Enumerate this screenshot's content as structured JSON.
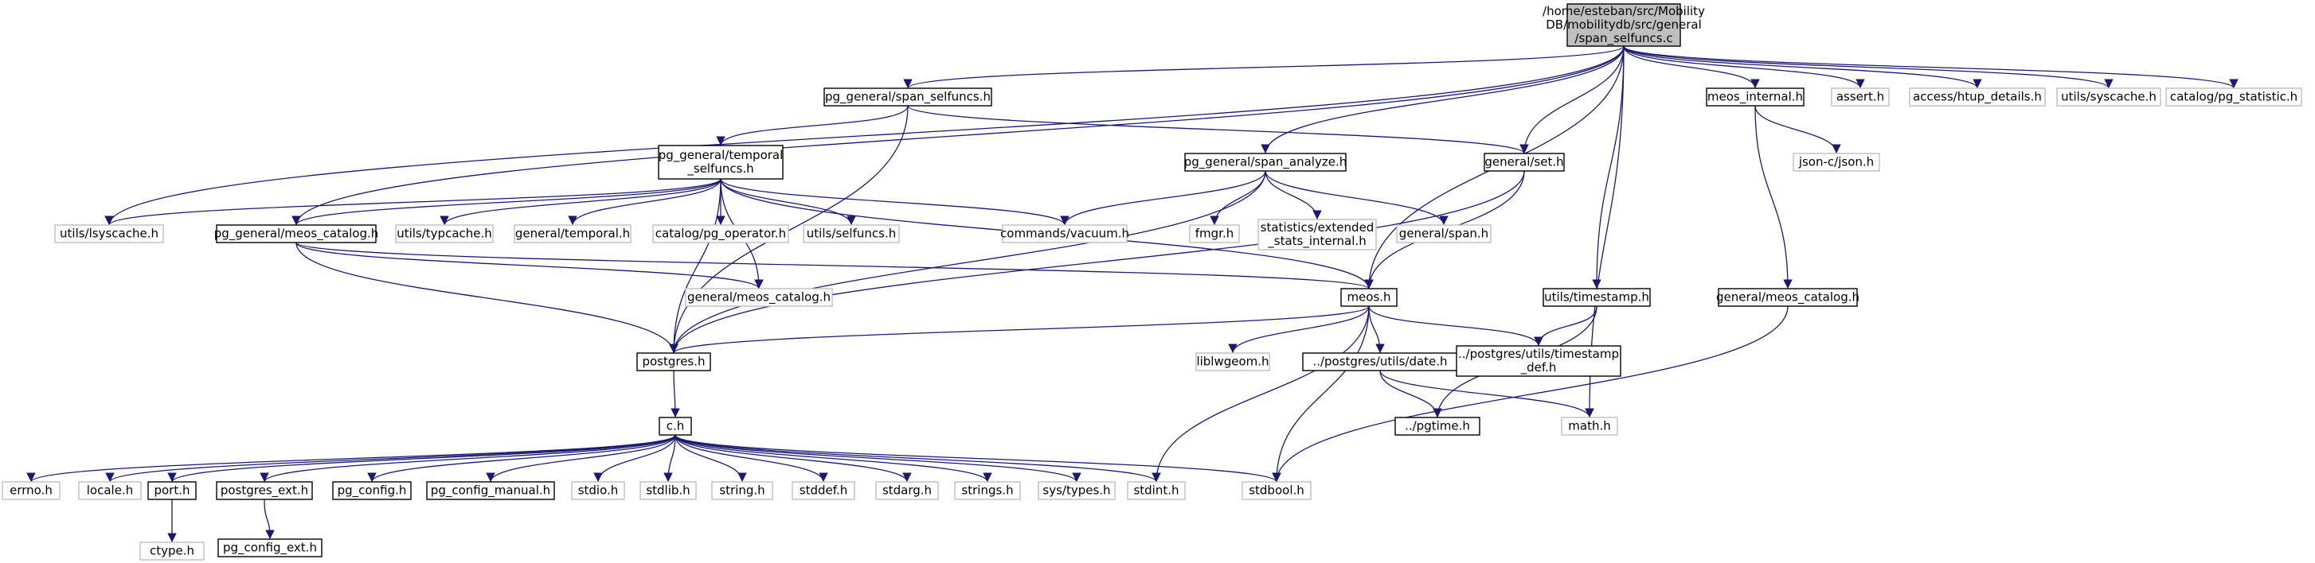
{
  "nodes": [
    {
      "id": "root",
      "lines": [
        "/home/esteban/src/Mobility",
        "DB/mobilitydb/src/general",
        "/span_selfuncs.c"
      ],
      "style": "root"
    },
    {
      "id": "span_selfuncs_h",
      "lines": [
        "pg_general/span_selfuncs.h"
      ],
      "style": "doc"
    },
    {
      "id": "span_analyze_h",
      "lines": [
        "pg_general/span_analyze.h"
      ],
      "style": "doc"
    },
    {
      "id": "set_h",
      "lines": [
        "general/set.h"
      ],
      "style": "doc"
    },
    {
      "id": "meos_internal_h",
      "lines": [
        "meos_internal.h"
      ],
      "style": "doc"
    },
    {
      "id": "assert_h",
      "lines": [
        "assert.h"
      ],
      "style": "ext"
    },
    {
      "id": "htup_details_h",
      "lines": [
        "access/htup_details.h"
      ],
      "style": "ext"
    },
    {
      "id": "syscache_h",
      "lines": [
        "utils/syscache.h"
      ],
      "style": "ext"
    },
    {
      "id": "pg_statistic_h",
      "lines": [
        "catalog/pg_statistic.h"
      ],
      "style": "ext"
    },
    {
      "id": "json_h",
      "lines": [
        "json-c/json.h"
      ],
      "style": "ext"
    },
    {
      "id": "temporal_selfuncs_h",
      "lines": [
        "pg_general/temporal",
        "_selfuncs.h"
      ],
      "style": "doc"
    },
    {
      "id": "lsyscache_h",
      "lines": [
        "utils/lsyscache.h"
      ],
      "style": "ext"
    },
    {
      "id": "pg_meos_catalog_h",
      "lines": [
        "pg_general/meos_catalog.h"
      ],
      "style": "doc"
    },
    {
      "id": "typcache_h",
      "lines": [
        "utils/typcache.h"
      ],
      "style": "ext"
    },
    {
      "id": "general_temporal_h",
      "lines": [
        "general/temporal.h"
      ],
      "style": "ext"
    },
    {
      "id": "pg_operator_h",
      "lines": [
        "catalog/pg_operator.h"
      ],
      "style": "ext"
    },
    {
      "id": "selfuncs_h",
      "lines": [
        "utils/selfuncs.h"
      ],
      "style": "ext"
    },
    {
      "id": "vacuum_h",
      "lines": [
        "commands/vacuum.h"
      ],
      "style": "ext"
    },
    {
      "id": "fmgr_h",
      "lines": [
        "fmgr.h"
      ],
      "style": "ext"
    },
    {
      "id": "ext_stats_h",
      "lines": [
        "statistics/extended",
        "_stats_internal.h"
      ],
      "style": "ext"
    },
    {
      "id": "span_h",
      "lines": [
        "general/span.h"
      ],
      "style": "ext"
    },
    {
      "id": "general_meos_catalog_ext",
      "lines": [
        "general/meos_catalog.h"
      ],
      "style": "ext"
    },
    {
      "id": "meos_h",
      "lines": [
        "meos.h"
      ],
      "style": "doc"
    },
    {
      "id": "timestamp_h",
      "lines": [
        "utils/timestamp.h"
      ],
      "style": "doc"
    },
    {
      "id": "general_meos_catalog_doc",
      "lines": [
        "general/meos_catalog.h"
      ],
      "style": "doc"
    },
    {
      "id": "postgres_h",
      "lines": [
        "postgres.h"
      ],
      "style": "doc"
    },
    {
      "id": "liblwgeom_h",
      "lines": [
        "liblwgeom.h"
      ],
      "style": "ext"
    },
    {
      "id": "date_h",
      "lines": [
        "../postgres/utils/date.h"
      ],
      "style": "doc"
    },
    {
      "id": "timestamp_def_h",
      "lines": [
        "../postgres/utils/timestamp",
        "_def.h"
      ],
      "style": "doc"
    },
    {
      "id": "pgtime_h",
      "lines": [
        "../pgtime.h"
      ],
      "style": "doc"
    },
    {
      "id": "math_h",
      "lines": [
        "math.h"
      ],
      "style": "ext"
    },
    {
      "id": "c_h",
      "lines": [
        "c.h"
      ],
      "style": "doc"
    },
    {
      "id": "errno_h",
      "lines": [
        "errno.h"
      ],
      "style": "ext"
    },
    {
      "id": "locale_h",
      "lines": [
        "locale.h"
      ],
      "style": "ext"
    },
    {
      "id": "port_h",
      "lines": [
        "port.h"
      ],
      "style": "doc"
    },
    {
      "id": "postgres_ext_h",
      "lines": [
        "postgres_ext.h"
      ],
      "style": "doc"
    },
    {
      "id": "pg_config_h",
      "lines": [
        "pg_config.h"
      ],
      "style": "doc"
    },
    {
      "id": "pg_config_manual_h",
      "lines": [
        "pg_config_manual.h"
      ],
      "style": "doc"
    },
    {
      "id": "stdio_h",
      "lines": [
        "stdio.h"
      ],
      "style": "ext"
    },
    {
      "id": "stdlib_h",
      "lines": [
        "stdlib.h"
      ],
      "style": "ext"
    },
    {
      "id": "string_h",
      "lines": [
        "string.h"
      ],
      "style": "ext"
    },
    {
      "id": "stddef_h",
      "lines": [
        "stddef.h"
      ],
      "style": "ext"
    },
    {
      "id": "stdarg_h",
      "lines": [
        "stdarg.h"
      ],
      "style": "ext"
    },
    {
      "id": "strings_h",
      "lines": [
        "strings.h"
      ],
      "style": "ext"
    },
    {
      "id": "sys_types_h",
      "lines": [
        "sys/types.h"
      ],
      "style": "ext"
    },
    {
      "id": "stdint_h",
      "lines": [
        "stdint.h"
      ],
      "style": "ext"
    },
    {
      "id": "stdbool_h",
      "lines": [
        "stdbool.h"
      ],
      "style": "ext"
    },
    {
      "id": "ctype_h",
      "lines": [
        "ctype.h"
      ],
      "style": "ext"
    },
    {
      "id": "pg_config_ext_h",
      "lines": [
        "pg_config_ext.h"
      ],
      "style": "doc"
    }
  ],
  "edges": [
    [
      "root",
      "span_selfuncs_h"
    ],
    [
      "root",
      "span_analyze_h"
    ],
    [
      "root",
      "set_h"
    ],
    [
      "root",
      "meos_internal_h"
    ],
    [
      "root",
      "assert_h"
    ],
    [
      "root",
      "htup_details_h"
    ],
    [
      "root",
      "syscache_h"
    ],
    [
      "root",
      "pg_statistic_h"
    ],
    [
      "root",
      "lsyscache_h"
    ],
    [
      "root",
      "pg_meos_catalog_h"
    ],
    [
      "root",
      "meos_h"
    ],
    [
      "root",
      "timestamp_h"
    ],
    [
      "root",
      "math_h"
    ],
    [
      "span_selfuncs_h",
      "temporal_selfuncs_h"
    ],
    [
      "span_selfuncs_h",
      "set_h"
    ],
    [
      "span_selfuncs_h",
      "postgres_h"
    ],
    [
      "temporal_selfuncs_h",
      "lsyscache_h"
    ],
    [
      "temporal_selfuncs_h",
      "pg_meos_catalog_h"
    ],
    [
      "temporal_selfuncs_h",
      "typcache_h"
    ],
    [
      "temporal_selfuncs_h",
      "general_temporal_h"
    ],
    [
      "temporal_selfuncs_h",
      "pg_operator_h"
    ],
    [
      "temporal_selfuncs_h",
      "selfuncs_h"
    ],
    [
      "temporal_selfuncs_h",
      "vacuum_h"
    ],
    [
      "temporal_selfuncs_h",
      "general_meos_catalog_ext"
    ],
    [
      "temporal_selfuncs_h",
      "meos_h"
    ],
    [
      "temporal_selfuncs_h",
      "postgres_h"
    ],
    [
      "span_analyze_h",
      "vacuum_h"
    ],
    [
      "span_analyze_h",
      "fmgr_h"
    ],
    [
      "span_analyze_h",
      "ext_stats_h"
    ],
    [
      "span_analyze_h",
      "span_h"
    ],
    [
      "span_analyze_h",
      "postgres_h"
    ],
    [
      "set_h",
      "meos_h"
    ],
    [
      "set_h",
      "postgres_h"
    ],
    [
      "meos_internal_h",
      "json_h"
    ],
    [
      "meos_internal_h",
      "general_meos_catalog_doc"
    ],
    [
      "pg_meos_catalog_h",
      "general_meos_catalog_ext"
    ],
    [
      "pg_meos_catalog_h",
      "meos_h"
    ],
    [
      "pg_meos_catalog_h",
      "postgres_h"
    ],
    [
      "meos_h",
      "postgres_h"
    ],
    [
      "meos_h",
      "liblwgeom_h"
    ],
    [
      "meos_h",
      "date_h"
    ],
    [
      "meos_h",
      "timestamp_def_h"
    ],
    [
      "meos_h",
      "stdint_h"
    ],
    [
      "meos_h",
      "stdbool_h"
    ],
    [
      "timestamp_h",
      "timestamp_def_h"
    ],
    [
      "timestamp_h",
      "pgtime_h"
    ],
    [
      "date_h",
      "pgtime_h"
    ],
    [
      "date_h",
      "math_h"
    ],
    [
      "general_meos_catalog_doc",
      "stdbool_h"
    ],
    [
      "postgres_h",
      "c_h"
    ],
    [
      "c_h",
      "errno_h"
    ],
    [
      "c_h",
      "locale_h"
    ],
    [
      "c_h",
      "port_h"
    ],
    [
      "c_h",
      "postgres_ext_h"
    ],
    [
      "c_h",
      "pg_config_h"
    ],
    [
      "c_h",
      "pg_config_manual_h"
    ],
    [
      "c_h",
      "stdio_h"
    ],
    [
      "c_h",
      "stdlib_h"
    ],
    [
      "c_h",
      "string_h"
    ],
    [
      "c_h",
      "stddef_h"
    ],
    [
      "c_h",
      "stdarg_h"
    ],
    [
      "c_h",
      "strings_h"
    ],
    [
      "c_h",
      "sys_types_h"
    ],
    [
      "c_h",
      "stdint_h"
    ],
    [
      "c_h",
      "stdbool_h"
    ],
    [
      "port_h",
      "ctype_h"
    ],
    [
      "postgres_ext_h",
      "pg_config_ext_h"
    ]
  ],
  "colors": {
    "edge": "#191970",
    "doc_border": "#000000",
    "ext_border": "#bfbfbf",
    "root_fill": "#bfbfbf",
    "fill": "#ffffff"
  }
}
